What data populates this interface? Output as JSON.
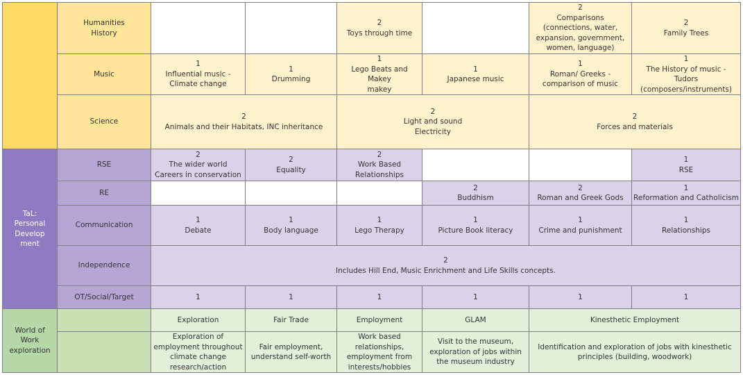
{
  "groups": {
    "tal": [
      "TaL:",
      "Personal",
      "Develop",
      "ment"
    ],
    "wow": [
      "World of",
      "Work",
      "exploration"
    ]
  },
  "rows": {
    "humanities": {
      "label": [
        "Humanities",
        "History"
      ],
      "c3": [
        "2",
        "Toys through time"
      ],
      "c5": [
        "2",
        "Comparisons",
        "(connections, water,",
        "expansion, government,",
        "women, language)"
      ],
      "c6": [
        "2",
        "Family Trees"
      ]
    },
    "music": {
      "label": [
        "Music"
      ],
      "c1": [
        "1",
        "Influential music -",
        "Climate change"
      ],
      "c2": [
        "1",
        "Drumming"
      ],
      "c3": [
        "1",
        "Lego Beats and Makey",
        "makey"
      ],
      "c4": [
        "1",
        "Japanese music"
      ],
      "c5": [
        "1",
        "Roman/ Greeks -",
        "comparison of music"
      ],
      "c6": [
        "1",
        "The History of music - Tudors",
        "(composers/instruments)"
      ]
    },
    "science": {
      "label": [
        "Science"
      ],
      "a": [
        "2",
        "Animals and their Habitats, INC inheritance"
      ],
      "b": [
        "2",
        "Light and sound",
        "Electricity"
      ],
      "c": [
        "2",
        "Forces and materials"
      ]
    },
    "rse": {
      "label": [
        "RSE"
      ],
      "c1": [
        "2",
        "The wider world",
        "Careers in conservation"
      ],
      "c2": [
        "2",
        "Equality"
      ],
      "c3": [
        "2",
        "Work Based",
        "Relationships"
      ],
      "c6": [
        "1",
        "RSE"
      ]
    },
    "re": {
      "label": [
        "RE"
      ],
      "c4": [
        "2",
        "Buddhism"
      ],
      "c5": [
        "2",
        "Roman and Greek  Gods"
      ],
      "c6": [
        "1",
        "Reformation and Catholicism"
      ]
    },
    "communication": {
      "label": [
        "Communication"
      ],
      "c1": [
        "1",
        "Debate"
      ],
      "c2": [
        "1",
        "Body language"
      ],
      "c3": [
        "1",
        "Lego Therapy"
      ],
      "c4": [
        "1",
        "Picture Book literacy"
      ],
      "c5": [
        "1",
        "Crime and punishment"
      ],
      "c6": [
        "1",
        "Relationships"
      ]
    },
    "independence": {
      "label": [
        "Independence"
      ],
      "all": [
        "2",
        "Includes Hill End, Music Enrichment and Life Skills concepts."
      ]
    },
    "ot": {
      "label": [
        "OT/Social/Target"
      ],
      "c1": [
        "1"
      ],
      "c2": [
        "1"
      ],
      "c3": [
        "1"
      ],
      "c4": [
        "1"
      ],
      "c5": [
        "1"
      ],
      "c6": [
        "1"
      ]
    },
    "wow_titles": {
      "c1": [
        "Exploration"
      ],
      "c2": [
        "Fair Trade"
      ],
      "c3": [
        "Employment"
      ],
      "c4": [
        "GLAM"
      ],
      "c56": [
        "Kinesthetic Employment"
      ]
    },
    "wow_desc": {
      "c1": [
        "Exploration of",
        "employment throughout",
        "climate change",
        "research/action"
      ],
      "c2": [
        "Fair employment,",
        "understand self-worth"
      ],
      "c3": [
        "Work based",
        "relationships,",
        "employment from",
        "interests/hobbies"
      ],
      "c4": [
        "Visit to the museum,",
        "exploration of jobs within",
        "the museum industry"
      ],
      "c56": [
        "Identification and exploration of jobs with kinesthetic",
        "principles (building, woodwork)"
      ]
    }
  }
}
